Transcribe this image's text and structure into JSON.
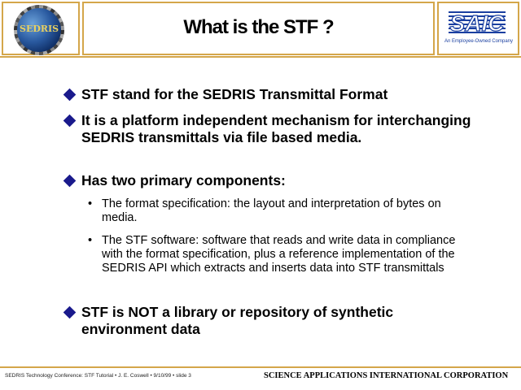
{
  "header": {
    "title": "What is the STF ?",
    "left_logo_text": "SEDRIS",
    "right_logo_caption": "An Employee-Owned Company",
    "logo_accent": "#d4a64a"
  },
  "bullets": [
    {
      "text": "STF stand for the SEDRIS Transmittal Format"
    },
    {
      "text": "It is a platform independent mechanism for interchanging SEDRIS transmittals via file based media."
    },
    {
      "text": "Has two primary components:"
    },
    {
      "text": "STF is NOT a library or repository of synthetic environment data"
    }
  ],
  "sub_bullets": [
    {
      "text": "The format specification: the layout and interpretation of bytes on media."
    },
    {
      "text": "The STF software: software that reads and write data in compliance with the format specification, plus a reference implementation of the SEDRIS API which extracts and inserts data into STF transmittals"
    }
  ],
  "footer": {
    "left": "SEDRIS Technology Conference: STF Tutorial • J. E. Coswell • 9/10/99 • slide 3",
    "right": "SCIENCE APPLICATIONS INTERNATIONAL CORPORATION"
  },
  "colors": {
    "bullet_diamond": "#1a1a8c",
    "saic_blue": "#1a3fa0"
  }
}
